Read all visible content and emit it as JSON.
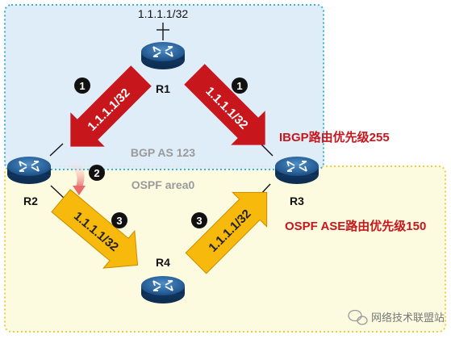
{
  "areas": {
    "bgp": {
      "label": "BGP AS 123",
      "fill": "#dcecf9",
      "border": "#3bb0d6"
    },
    "ospf": {
      "label": "OSPF area0",
      "fill": "#fcfbe0",
      "border": "#efce3c"
    }
  },
  "routers": [
    {
      "id": "r1",
      "label": "R1"
    },
    {
      "id": "r2",
      "label": "R2"
    },
    {
      "id": "r3",
      "label": "R3"
    },
    {
      "id": "r4",
      "label": "R4"
    }
  ],
  "prefix_label": "1.1.1.1/32",
  "route_arrows": [
    {
      "id": "r1-to-r2",
      "text": "1.1.1.1/32",
      "color": "#c8161d",
      "step": "1"
    },
    {
      "id": "r1-to-r3",
      "text": "1.1.1.1/32",
      "color": "#c8161d",
      "step": "1"
    },
    {
      "id": "r2-to-r4",
      "text": "1.1.1.1/32",
      "color": "#f6b90c",
      "step": "3"
    },
    {
      "id": "r4-to-r3",
      "text": "1.1.1.1/32",
      "color": "#f6b90c",
      "step": "3"
    }
  ],
  "step_badges": [
    {
      "id": "badge-r1-r2",
      "number": "1"
    },
    {
      "id": "badge-r1-r3",
      "number": "1"
    },
    {
      "id": "badge-r2",
      "number": "2"
    },
    {
      "id": "badge-r2-r4",
      "number": "3"
    },
    {
      "id": "badge-r4-r3",
      "number": "3"
    }
  ],
  "annotations": {
    "ibgp": {
      "text": "IBGP路由优先级255",
      "color": "#c8161d"
    },
    "ospf_ase": {
      "text": "OSPF ASE路由优先级150",
      "color": "#c8161d"
    }
  },
  "watermark": {
    "text": "网络技术联盟站"
  }
}
